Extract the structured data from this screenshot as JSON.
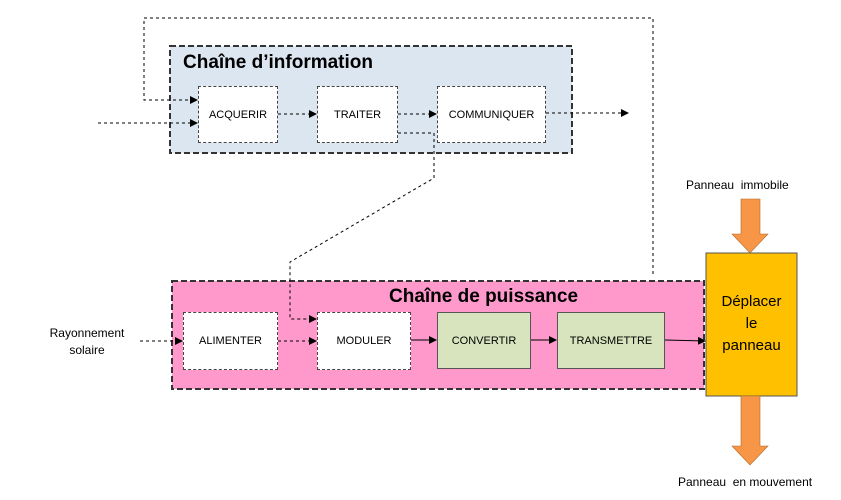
{
  "info_chain": {
    "title": "Chaîne d’information",
    "blocks": [
      "ACQUERIR",
      "TRAITER",
      "COMMUNIQUER"
    ]
  },
  "power_chain": {
    "title": "Chaîne de puissance",
    "blocks": [
      "ALIMENTER",
      "MODULER",
      "CONVERTIR",
      "TRANSMETTRE"
    ]
  },
  "action": {
    "line1": "Déplacer",
    "line2": "le",
    "line3": "panneau"
  },
  "inputs": {
    "top_matter": "Panneau  immobile",
    "energy_line1": "Rayonnement",
    "energy_line2": "solaire"
  },
  "outputs": {
    "bottom_matter": "Panneau  en mouvement"
  },
  "colors": {
    "info_bg": "#dce6f1",
    "power_bg": "#ff99cc",
    "green_block": "#d7e4bd",
    "action_bg": "#ffc000",
    "arrow_orange": "#f79646"
  }
}
